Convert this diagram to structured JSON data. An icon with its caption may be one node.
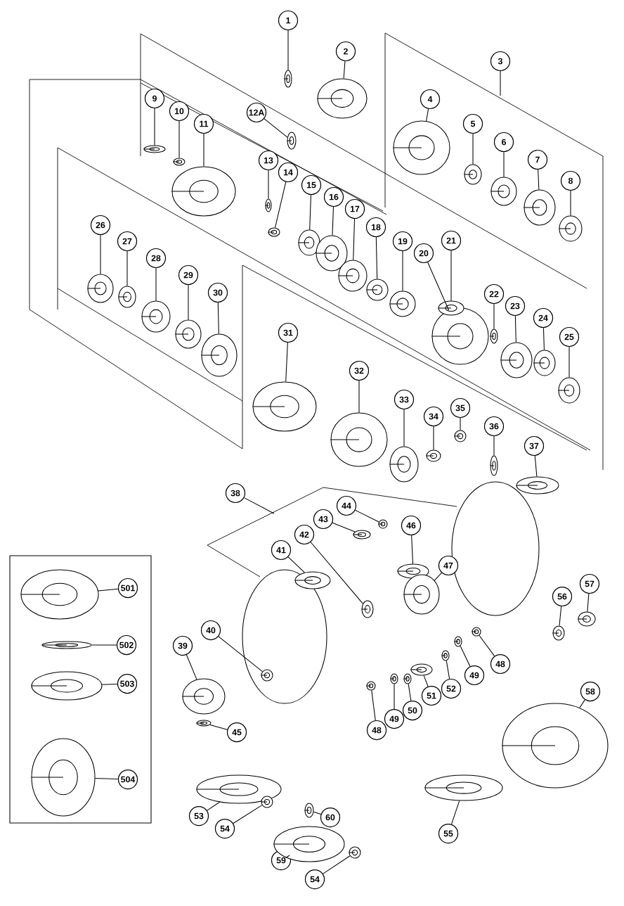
{
  "diagram": {
    "nodes": [
      {
        "text": [
          "1"
        ]
      },
      {
        "text": [
          "2"
        ]
      },
      {
        "text": [
          "3"
        ]
      },
      {
        "text": [
          "4"
        ]
      },
      {
        "text": [
          "5"
        ]
      },
      {
        "text": [
          "6"
        ]
      },
      {
        "text": [
          "7"
        ]
      },
      {
        "text": [
          "8"
        ]
      },
      {
        "text": [
          "9"
        ]
      },
      {
        "text": [
          "10"
        ]
      },
      {
        "text": [
          "11"
        ]
      },
      {
        "text": [
          "12A"
        ]
      },
      {
        "text": [
          "13"
        ]
      },
      {
        "text": [
          "14"
        ]
      },
      {
        "text": [
          "15"
        ]
      },
      {
        "text": [
          "16"
        ]
      },
      {
        "text": [
          "17"
        ]
      },
      {
        "text": [
          "18"
        ]
      },
      {
        "text": [
          "19"
        ]
      },
      {
        "text": [
          "20"
        ]
      },
      {
        "text": [
          "21"
        ]
      },
      {
        "text": [
          "22"
        ]
      },
      {
        "text": [
          "23"
        ]
      },
      {
        "text": [
          "24"
        ]
      },
      {
        "text": [
          "25"
        ]
      },
      {
        "text": [
          "26"
        ]
      },
      {
        "text": [
          "27"
        ]
      },
      {
        "text": [
          "28"
        ]
      },
      {
        "text": [
          "29"
        ]
      },
      {
        "text": [
          "30"
        ]
      },
      {
        "text": [
          "31"
        ]
      },
      {
        "text": [
          "32"
        ]
      },
      {
        "text": [
          "33"
        ]
      },
      {
        "text": [
          "34"
        ]
      },
      {
        "text": [
          "35"
        ]
      },
      {
        "text": [
          "36"
        ]
      },
      {
        "text": [
          "37"
        ]
      },
      {
        "text": [
          "38"
        ]
      },
      {
        "text": [
          "44"
        ]
      },
      {
        "text": [
          "43"
        ]
      },
      {
        "text": [
          "42"
        ]
      },
      {
        "text": [
          "41"
        ]
      },
      {
        "text": [
          "46"
        ]
      },
      {
        "text": [
          "47"
        ]
      },
      {
        "text": [
          "40"
        ]
      },
      {
        "text": [
          "39"
        ]
      },
      {
        "text": [
          "45"
        ]
      },
      {
        "text": [
          "56"
        ]
      },
      {
        "text": [
          "57"
        ]
      },
      {
        "text": [
          "48"
        ]
      },
      {
        "text": [
          "49"
        ]
      },
      {
        "text": [
          "52"
        ]
      },
      {
        "text": [
          "51"
        ]
      },
      {
        "text": [
          "50"
        ]
      },
      {
        "text": [
          "49"
        ]
      },
      {
        "text": [
          "48"
        ]
      },
      {
        "text": [
          "58"
        ]
      },
      {
        "text": [
          "53"
        ]
      },
      {
        "text": [
          "54"
        ]
      },
      {
        "text": [
          "60"
        ]
      },
      {
        "text": [
          "59"
        ]
      },
      {
        "text": [
          "54"
        ]
      },
      {
        "text": [
          "55"
        ]
      },
      {
        "text": [],
        "shape": "box"
      },
      {
        "text": [
          "501"
        ],
        "in": 63
      },
      {
        "text": [
          "502"
        ],
        "in": 63
      },
      {
        "text": [
          "503"
        ],
        "in": 63
      },
      {
        "text": [
          "504"
        ],
        "in": 63
      },
      {
        "text": [],
        "shape": "picture"
      },
      {
        "text": [],
        "shape": "picture"
      },
      {
        "text": [],
        "shape": "picture"
      },
      {
        "text": [],
        "shape": "picture"
      },
      {
        "text": [],
        "shape": "picture"
      },
      {
        "text": [],
        "shape": "picture"
      },
      {
        "text": [],
        "shape": "picture"
      },
      {
        "text": [],
        "shape": "picture"
      },
      {
        "text": [],
        "shape": "picture"
      },
      {
        "text": [],
        "shape": "picture"
      },
      {
        "text": [],
        "shape": "picture"
      },
      {
        "text": [],
        "shape": "picture"
      },
      {
        "text": [],
        "shape": "picture"
      },
      {
        "text": [],
        "shape": "picture"
      },
      {
        "text": [],
        "shape": "picture"
      },
      {
        "text": [],
        "shape": "picture"
      },
      {
        "text": [],
        "shape": "picture"
      },
      {
        "text": [],
        "shape": "picture"
      },
      {
        "text": [],
        "shape": "picture"
      },
      {
        "text": [],
        "shape": "picture"
      },
      {
        "text": [],
        "shape": "picture"
      },
      {
        "text": [],
        "shape": "picture"
      },
      {
        "text": [],
        "shape": "picture"
      },
      {
        "text": [],
        "shape": "picture"
      },
      {
        "text": [],
        "shape": "picture"
      },
      {
        "text": [],
        "shape": "picture"
      },
      {
        "text": [],
        "shape": "picture"
      },
      {
        "text": [],
        "shape": "picture"
      },
      {
        "text": [],
        "shape": "picture"
      },
      {
        "text": [],
        "shape": "picture"
      },
      {
        "text": [],
        "shape": "picture"
      },
      {
        "text": [],
        "shape": "picture"
      },
      {
        "text": [],
        "shape": "picture"
      },
      {
        "text": [],
        "shape": "picture"
      },
      {
        "text": [],
        "shape": "picture"
      },
      {
        "text": [],
        "shape": "picture"
      },
      {
        "text": [],
        "shape": "picture"
      },
      {
        "text": [],
        "shape": "picture"
      },
      {
        "text": [],
        "shape": "picture"
      },
      {
        "text": [],
        "shape": "picture"
      },
      {
        "text": [],
        "shape": "picture"
      },
      {
        "text": [],
        "shape": "picture"
      },
      {
        "text": [],
        "shape": "picture"
      },
      {
        "text": [],
        "shape": "picture"
      },
      {
        "text": [],
        "shape": "picture"
      },
      {
        "text": [],
        "shape": "picture"
      },
      {
        "text": [],
        "shape": "picture"
      },
      {
        "text": [],
        "shape": "picture"
      },
      {
        "text": [],
        "shape": "picture"
      },
      {
        "text": [],
        "shape": "picture"
      },
      {
        "text": [],
        "shape": "picture"
      },
      {
        "text": [],
        "shape": "picture"
      },
      {
        "text": [],
        "shape": "picture"
      },
      {
        "text": [],
        "shape": "picture"
      },
      {
        "text": [],
        "shape": "picture"
      },
      {
        "text": [],
        "shape": "picture"
      },
      {
        "text": [],
        "shape": "picture"
      },
      {
        "text": [],
        "shape": "picture"
      },
      {
        "text": [],
        "shape": "picture"
      },
      {
        "text": [],
        "shape": "picture"
      },
      {
        "text": [],
        "shape": "picture"
      },
      {
        "text": [],
        "shape": "picture",
        "in": 63
      },
      {
        "text": [],
        "shape": "picture",
        "in": 63
      },
      {
        "text": [],
        "shape": "picture",
        "in": 63
      },
      {
        "text": [],
        "shape": "picture",
        "in": 63
      }
    ],
    "edges": [
      {
        "from": 0,
        "to": 68,
        "arrow": "none"
      },
      {
        "from": 1,
        "to": 69,
        "arrow": "none"
      },
      {
        "from": 2,
        "to": null,
        "arrow": "none"
      },
      {
        "from": 3,
        "to": 70,
        "arrow": "none"
      },
      {
        "from": 4,
        "to": 71,
        "arrow": "none"
      },
      {
        "from": 5,
        "to": 72,
        "arrow": "none"
      },
      {
        "from": 6,
        "to": 73,
        "arrow": "none"
      },
      {
        "from": 7,
        "to": 74,
        "arrow": "none"
      },
      {
        "from": 8,
        "to": 75,
        "arrow": "none"
      },
      {
        "from": 9,
        "to": 76,
        "arrow": "none"
      },
      {
        "from": 10,
        "to": 77,
        "arrow": "none"
      },
      {
        "from": 11,
        "to": 78,
        "arrow": "none"
      },
      {
        "from": 12,
        "to": 79,
        "arrow": "none"
      },
      {
        "from": 13,
        "to": 80,
        "arrow": "none"
      },
      {
        "from": 14,
        "to": 81,
        "arrow": "none"
      },
      {
        "from": 15,
        "to": 82,
        "arrow": "none"
      },
      {
        "from": 16,
        "to": 83,
        "arrow": "none"
      },
      {
        "from": 17,
        "to": 84,
        "arrow": "none"
      },
      {
        "from": 18,
        "to": 85,
        "arrow": "none"
      },
      {
        "from": 19,
        "to": 86,
        "arrow": "none"
      },
      {
        "from": 20,
        "to": 87,
        "arrow": "none"
      },
      {
        "from": 21,
        "to": 88,
        "arrow": "none"
      },
      {
        "from": 22,
        "to": 89,
        "arrow": "none"
      },
      {
        "from": 23,
        "to": 90,
        "arrow": "none"
      },
      {
        "from": 24,
        "to": 91,
        "arrow": "none"
      },
      {
        "from": 25,
        "to": 92,
        "arrow": "none"
      },
      {
        "from": 26,
        "to": 93,
        "arrow": "none"
      },
      {
        "from": 27,
        "to": 94,
        "arrow": "none"
      },
      {
        "from": 28,
        "to": 95,
        "arrow": "none"
      },
      {
        "from": 29,
        "to": 96,
        "arrow": "none"
      },
      {
        "from": 30,
        "to": 97,
        "arrow": "none"
      },
      {
        "from": 31,
        "to": 98,
        "arrow": "none"
      },
      {
        "from": 32,
        "to": 99,
        "arrow": "none"
      },
      {
        "from": 33,
        "to": 100,
        "arrow": "none"
      },
      {
        "from": 34,
        "to": 101,
        "arrow": "none"
      },
      {
        "from": 35,
        "to": 102,
        "arrow": "none"
      },
      {
        "from": 36,
        "to": 103,
        "arrow": "none"
      },
      {
        "from": 37,
        "to": null,
        "arrow": "none"
      },
      {
        "from": 38,
        "to": 104,
        "arrow": "none"
      },
      {
        "from": 39,
        "to": 105,
        "arrow": "none"
      },
      {
        "from": 40,
        "to": 106,
        "arrow": "none"
      },
      {
        "from": 41,
        "to": 107,
        "arrow": "none"
      },
      {
        "from": 42,
        "to": 108,
        "arrow": "none"
      },
      {
        "from": 43,
        "to": 109,
        "arrow": "none"
      },
      {
        "from": 44,
        "to": 110,
        "arrow": "none"
      },
      {
        "from": 45,
        "to": 111,
        "arrow": "none"
      },
      {
        "from": 46,
        "to": 112,
        "arrow": "none"
      },
      {
        "from": 47,
        "to": 113,
        "arrow": "none"
      },
      {
        "from": 48,
        "to": 114,
        "arrow": "none"
      },
      {
        "from": 49,
        "to": 115,
        "arrow": "none"
      },
      {
        "from": 50,
        "to": 116,
        "arrow": "none"
      },
      {
        "from": 51,
        "to": 117,
        "arrow": "none"
      },
      {
        "from": 52,
        "to": 118,
        "arrow": "none"
      },
      {
        "from": 53,
        "to": 119,
        "arrow": "none"
      },
      {
        "from": 54,
        "to": 120,
        "arrow": "none"
      },
      {
        "from": 55,
        "to": 121,
        "arrow": "none"
      },
      {
        "from": 56,
        "to": 122,
        "arrow": "none"
      },
      {
        "from": 57,
        "to": 123,
        "arrow": "none"
      },
      {
        "from": 58,
        "to": 124,
        "arrow": "none"
      },
      {
        "from": 59,
        "to": 125,
        "arrow": "none"
      },
      {
        "from": 60,
        "to": 126,
        "arrow": "none"
      },
      {
        "from": 61,
        "to": 127,
        "arrow": "none"
      },
      {
        "from": 62,
        "to": 128,
        "arrow": "none"
      },
      {
        "from": 64,
        "to": 129,
        "arrow": "none"
      },
      {
        "from": 65,
        "to": 130,
        "arrow": "none"
      },
      {
        "from": 66,
        "to": 131,
        "arrow": "none"
      },
      {
        "from": 67,
        "to": 132,
        "arrow": "none"
      }
    ]
  }
}
